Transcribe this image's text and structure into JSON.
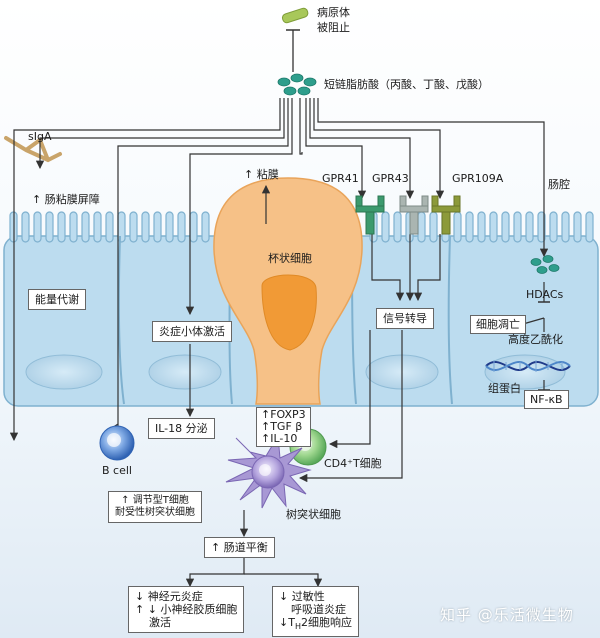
{
  "top": {
    "pathogen_line1": "病原体",
    "pathogen_line2": "被阻止",
    "scfa": "短链脂肪酸（丙酸、丁酸、戊酸）"
  },
  "left": {
    "siga": "sIgA",
    "barrier": "↑ 肠粘膜屏障",
    "energy": "能量代谢",
    "inflammasome": "炎症小体激活",
    "il18": "IL-18 分泌",
    "bcell": "B cell"
  },
  "center": {
    "mucus": "↑ 粘膜",
    "goblet": "杯状细胞",
    "foxp3": "↑FOXP3",
    "tgfb": "↑TGF β",
    "il10": "↑IL-10",
    "cd4": "CD4⁺T细胞",
    "dendritic": "树突状细胞",
    "treg_line1": "↑ 调节型T细胞",
    "treg_line2": "耐受性树突状细胞",
    "homeostasis": "↑ 肠道平衡"
  },
  "receptors": {
    "gpr41": "GPR41",
    "gpr43": "GPR43",
    "gpr109a": "GPR109A",
    "signal": "信号转导"
  },
  "right": {
    "lumen": "肠腔",
    "hdacs": "HDACs",
    "apoptosis": "细胞凋亡",
    "acetylation": "高度乙酰化",
    "histone": "组蛋白",
    "nfkb": "NF-κB"
  },
  "bottom": {
    "left_line1": "↓ 神经元炎症",
    "left_line2": "↑ ↓ 小神经胶质细胞",
    "left_line3": "激活",
    "right_line1": "↓ 过敏性",
    "right_line2": "呼吸道炎症",
    "right_line3": "↓T",
    "right_sub": "H",
    "right_line3b": "2细胞响应"
  },
  "watermark": "知乎 @乐活微生物",
  "colors": {
    "background_top": "#ffffff",
    "background_bottom": "#e8f1f8",
    "epithelium": "#bcdcef",
    "epithelium_edge": "#7fb1cf",
    "goblet": "#f6c187",
    "goblet_core": "#f19a36",
    "receptor_green": "#3c9a6e",
    "receptor_grey": "#9aa6a2",
    "receptor_olive": "#8c9a3a",
    "scfa_teal": "#2e9e8c",
    "bcell": "#3f78c8",
    "tcell": "#7ec77a",
    "dendritic": "#9a86c8",
    "pathogen": "#a8c85a",
    "siga": "#c9a46a"
  }
}
